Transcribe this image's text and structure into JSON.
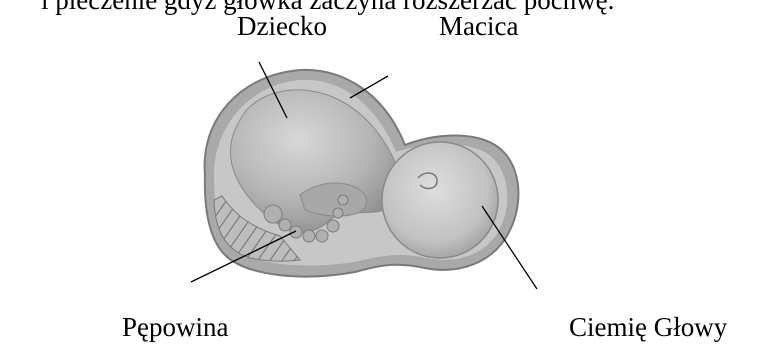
{
  "caption_fragment": "i pieczenie gdyż główka zaczyna rozszerzać pochwę.",
  "labels": {
    "dziecko": "Dziecko",
    "macica": "Macica",
    "pepowina": "Pępowina",
    "ciemie_glowy": "Ciemię Głowy"
  },
  "illustration_colors": {
    "uterus_wall": "#9a9a9a",
    "uterus_inner": "#c9c9c9",
    "fetus_body": "#b7b7b7",
    "head": "#c3c3c3",
    "shading": "#8c8c8c"
  }
}
